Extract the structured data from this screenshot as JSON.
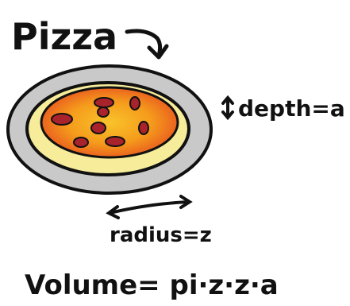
{
  "title": "Pizza",
  "depth_label": "depth=a",
  "radius_label": "radius=z",
  "formula": "Volume= pi·z·z·a",
  "colors": {
    "plate": "#c9c9c9",
    "crust": "#f6ec9a",
    "cheese": "#f7a21c",
    "sauce": "#e8451f",
    "pepperoni": "#a8232b",
    "ink": "#111111"
  },
  "icons": [
    "curved-arrow-icon",
    "double-arrow-vertical-icon",
    "double-arrow-horizontal-icon"
  ]
}
